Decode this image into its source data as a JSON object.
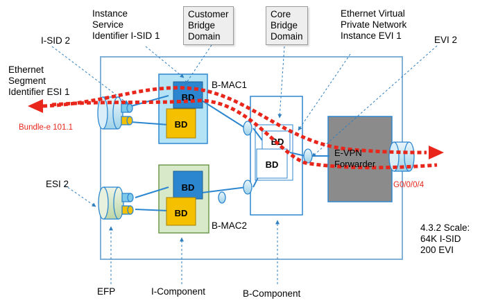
{
  "labels": {
    "instance_service_identifier": "Instance\nService\nIdentifier I-SID 1",
    "customer_bridge_domain": "Customer\nBridge\nDomain",
    "core_bridge_domain": "Core\nBridge\nDomain",
    "evpn_instance": "Ethernet Virtual\nPrivate Network\nInstance EVI 1",
    "isid2": "I-SID 2",
    "evi2": "EVI 2",
    "esi1": "Ethernet\nSegment\nIdentifier ESI 1",
    "esi2": "ESI 2",
    "bundle": "Bundle-e 101.1",
    "g0": "G0/0/0/4",
    "bmac1": "B-MAC1",
    "bmac2": "B-MAC2",
    "bd": "BD",
    "evpn_forwarder": "E-VPN\nForwarder",
    "scale": "4.3.2 Scale:\n64K I-SID\n200 EVI",
    "efp": "EFP",
    "icomponent": "I-Component",
    "bcomponent": "B-Component"
  },
  "colors": {
    "outer_border": "#7fb1d8",
    "bmac1_fill": "#b5e3f6",
    "bmac2_fill": "#d7e9c9",
    "bd_blue": "#2c86cf",
    "bd_yellow": "#f5c000",
    "forwarder_fill": "#8b8b8b",
    "flow_red": "#e8261b",
    "dashed_line": "#2f7fc0"
  }
}
